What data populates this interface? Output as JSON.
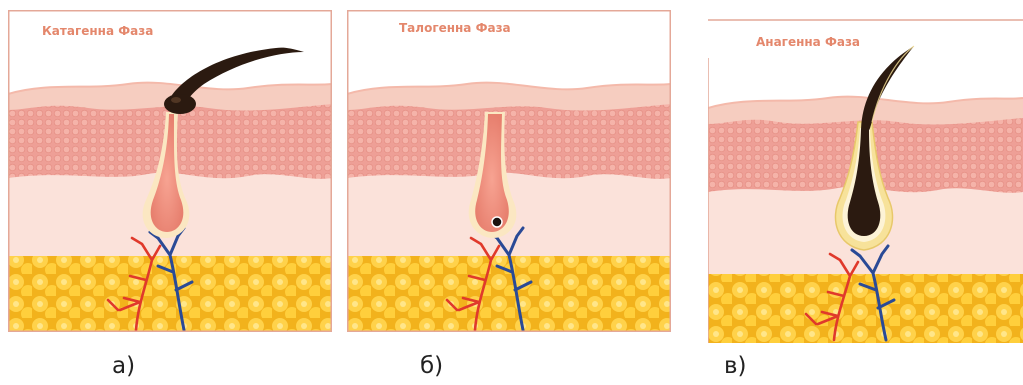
{
  "panels": [
    {
      "title": "Катагенна Фаза",
      "caption": "а)"
    },
    {
      "title": "Талогенна Фаза",
      "caption": "б)"
    },
    {
      "title": "Анагенна Фаза",
      "caption": "в)"
    }
  ],
  "colors": {
    "frame": "#e4a898",
    "title": "#e4876c",
    "epidermis_top": "#fff3ee",
    "epidermis_band": "#f6cdc0",
    "papillary_layer": "#ee9f96",
    "papillary_dot": "#f5b3a9",
    "dermis": "#fbe2da",
    "fat_bg": "#f2b21c",
    "fat_cell": "#ffd24a",
    "artery": "#e0392b",
    "vein": "#2a4a96",
    "follicle": "#f29a8a",
    "hair": "#2b1a10"
  },
  "icons": [
    "hair-follicle-icon",
    "blood-vessel-icon",
    "fat-cell-icon"
  ]
}
